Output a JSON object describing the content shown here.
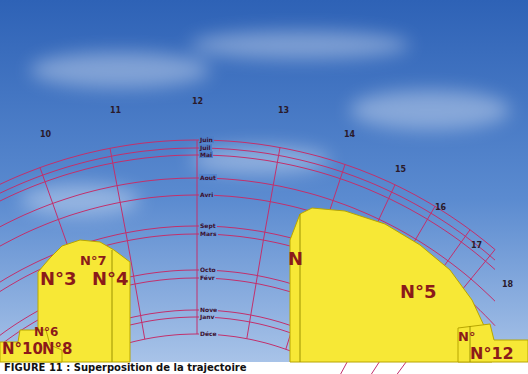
{
  "diagram": {
    "caption": "FIGURE 11 : Superposition de la trajectoire",
    "labels": [
      "10",
      "11",
      "12",
      "13",
      "14",
      "15",
      "16",
      "17",
      "18",
      "Juin",
      "Juil",
      "Mai",
      "Aout",
      "Avri",
      "Sept",
      "Mars",
      "Octo",
      "Févr",
      "Nove",
      "Janv",
      "Déce",
      "N°3",
      "N°7",
      "N°4",
      "N",
      "N°5",
      "N°6",
      "N°10",
      "N°8",
      "N°",
      "N°12"
    ]
  }
}
